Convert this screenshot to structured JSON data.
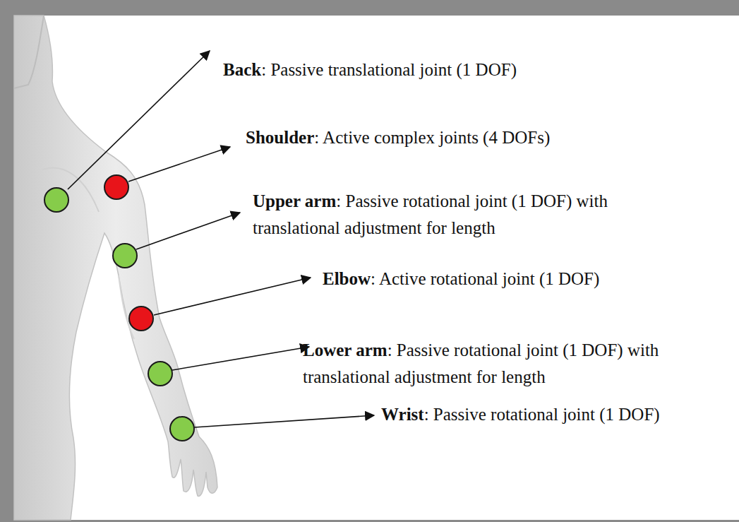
{
  "diagram": {
    "labels": [
      "Back",
      ": Passive translational joint (1 DOF)",
      "Shoulder",
      ": Active complex joints (4 DOFs)",
      "Upper arm",
      ": Passive rotational joint (1 DOF) with translational adjustment for length",
      "Elbow",
      ": Active rotational joint (1 DOF)",
      "Lower arm",
      ": Passive rotational joint (1 DOF) with translational adjustment for length",
      "Wrist",
      ": Passive rotational joint (1 DOF)"
    ]
  }
}
